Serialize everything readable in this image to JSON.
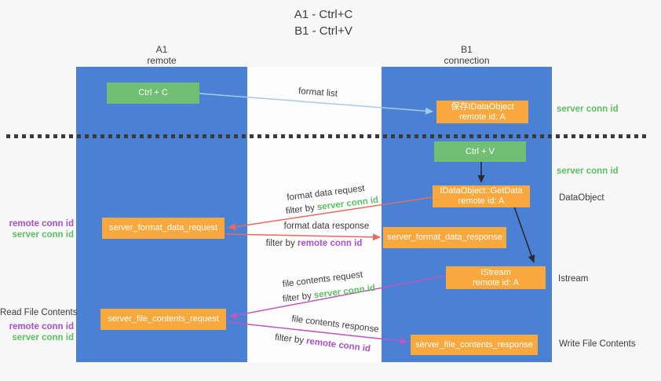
{
  "title": {
    "line1": "A1 - Ctrl+C",
    "line2": "B1 - Ctrl+V"
  },
  "lifelines": {
    "a1": {
      "name": "A1",
      "role": "remote"
    },
    "b1": {
      "name": "B1",
      "role": "connection"
    }
  },
  "boxes": {
    "ctrl_c": {
      "label": "Ctrl + C"
    },
    "ctrl_v": {
      "label": "Ctrl + V"
    },
    "save_dataobject": {
      "line1": "保存IDataObject",
      "line2": "remote id: A"
    },
    "getdata": {
      "line1": "IDataObject::GetData",
      "line2": "remote id: A"
    },
    "istream": {
      "line1": "IStream",
      "line2": "remote id: A"
    },
    "format_request": {
      "label": "server_format_data_request"
    },
    "format_response": {
      "label": "server_format_data_response"
    },
    "file_request": {
      "label": "server_file_contents_request"
    },
    "file_response": {
      "label": "server_file_contents_response"
    }
  },
  "labels": {
    "format_list": "format list",
    "format_data_request": "format data request",
    "format_data_response": "format data response",
    "file_contents_request": "file contents request",
    "file_contents_response": "file contents response",
    "filter_by": "filter by",
    "server_conn_id": "server conn id",
    "remote_conn_id": "remote conn id"
  },
  "side_labels": {
    "right_server_conn_id_top": "server conn id",
    "right_server_conn_id_mid": "server conn id",
    "right_dataobject": "DataObject",
    "right_istream": "Istream",
    "right_write_file": "Write File Contents",
    "left_remote_conn_id_top": "remote conn id",
    "left_server_conn_id_top": "server conn id",
    "left_read_file": "Read File Contents",
    "left_remote_conn_id_bottom": "remote conn id",
    "left_server_conn_id_bottom": "server conn id"
  },
  "colors": {
    "lifeline_blue": "#4a81d5",
    "green_box": "#71bf74",
    "orange_box": "#f9a83e",
    "arrow_light_blue": "#a6cbe9",
    "arrow_red": "#e86a5e",
    "arrow_magenta": "#bf57c0",
    "arrow_black": "#2b2b2b",
    "text_green": "#5cbf63",
    "text_purple": "#a850c8",
    "text_dark": "#3b3b3b",
    "background": "#f7f7f7"
  }
}
